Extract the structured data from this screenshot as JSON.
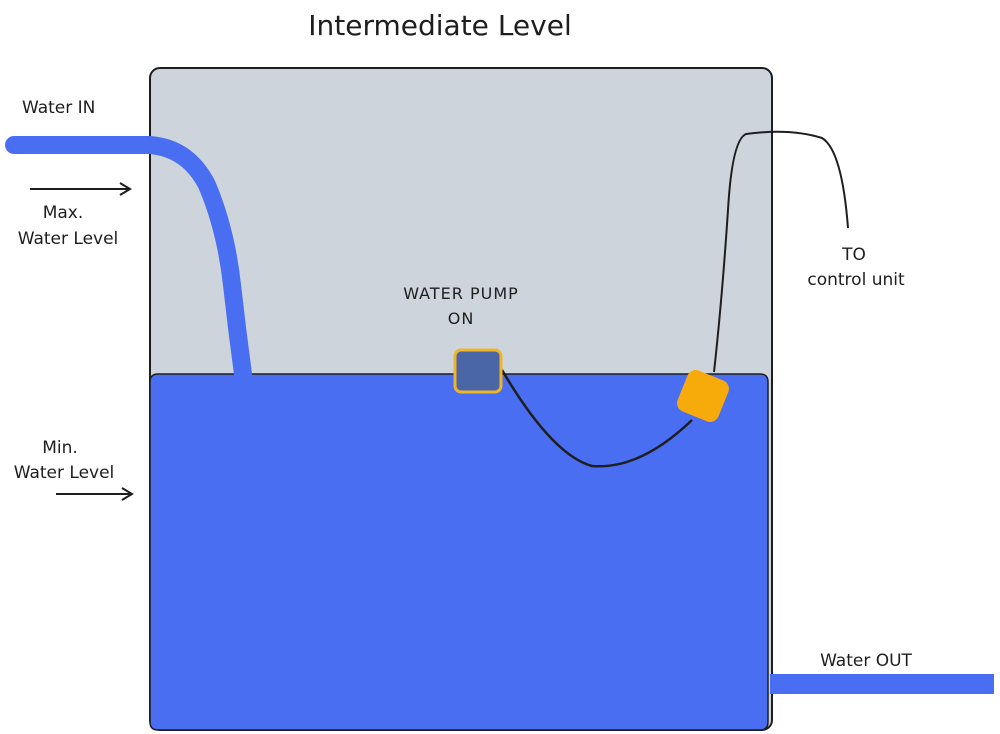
{
  "title": "Intermediate Level",
  "labels": {
    "water_in": "Water IN",
    "max_level_line1": "Max.",
    "max_level_line2": "Water Level",
    "min_level_line1": "Min.",
    "min_level_line2": "Water Level",
    "pump_line1": "WATER PUMP",
    "pump_line2": "ON",
    "control_line1": "TO",
    "control_line2": "control unit",
    "water_out": "Water OUT"
  },
  "colors": {
    "tank_air": "#ced4dc",
    "water": "#4a6ef2",
    "pipe": "#4a6ef2",
    "outline": "#1e1e1e",
    "pump_fill": "#4a66a6",
    "pump_border": "#f0b429",
    "float_switch": "#f7ab0a"
  },
  "water_level_state": "intermediate",
  "pump_state": "ON"
}
